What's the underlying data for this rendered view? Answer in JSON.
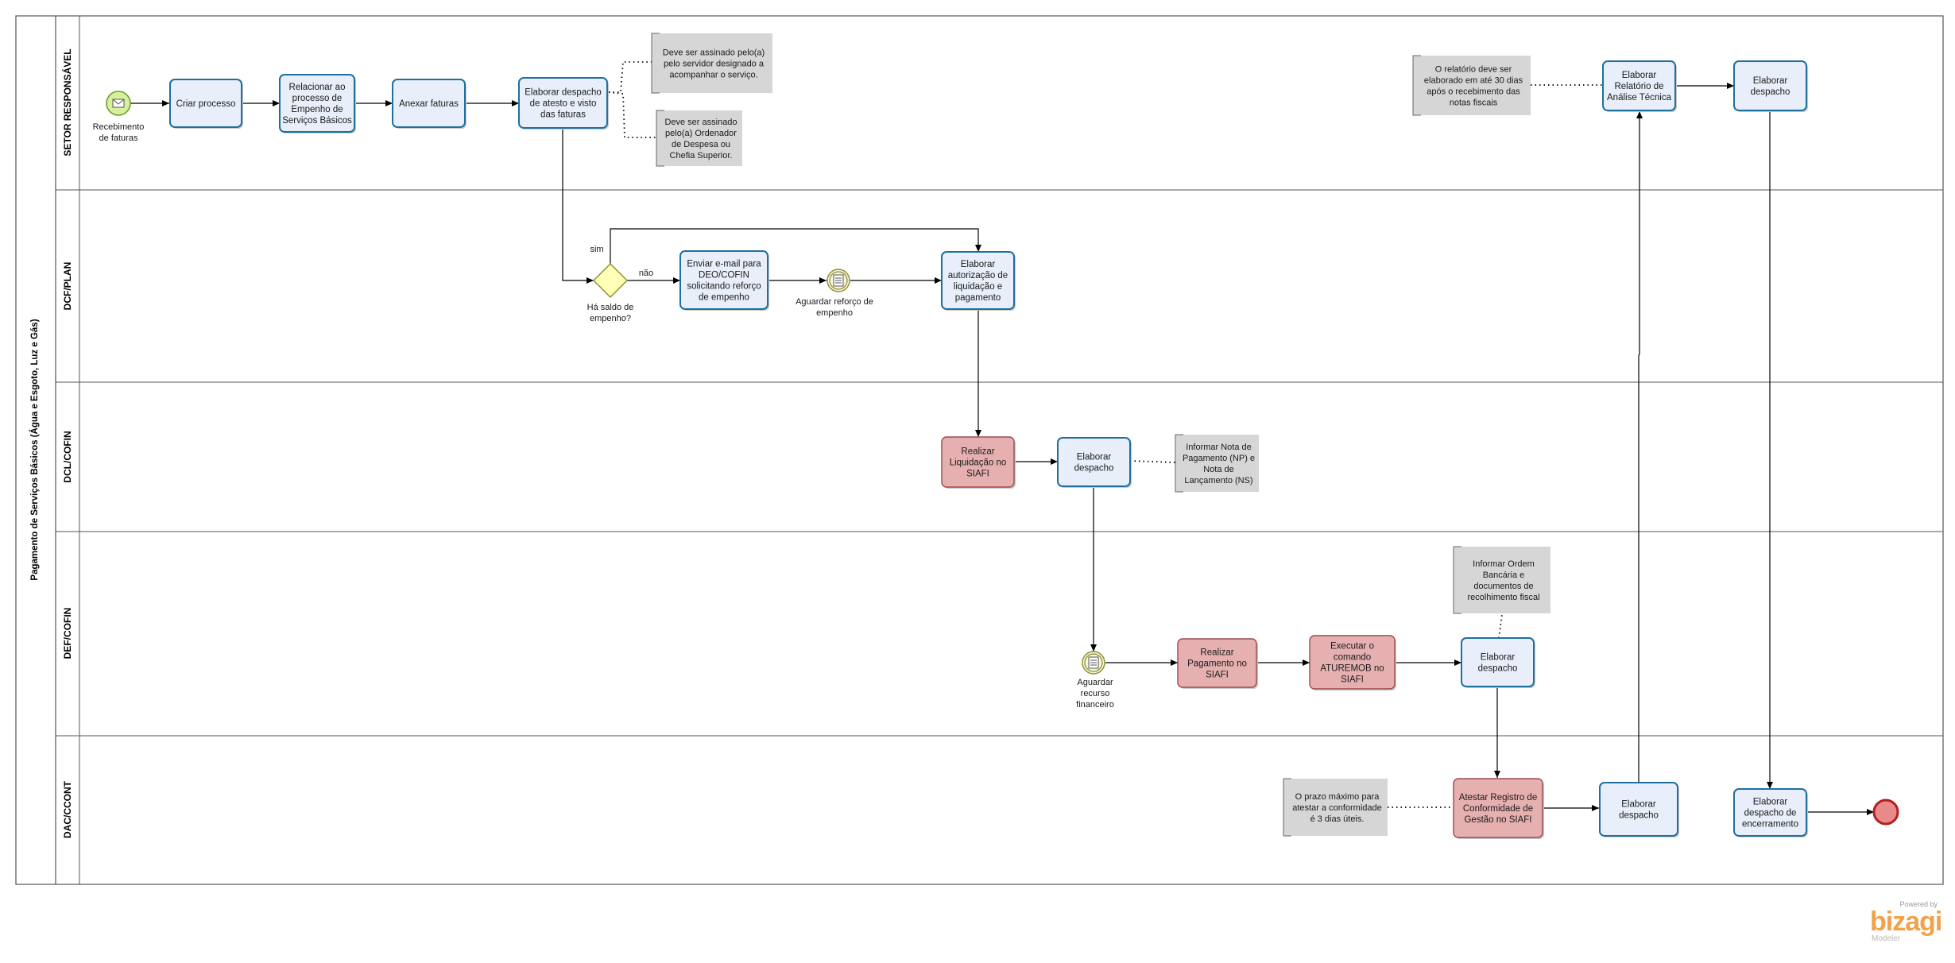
{
  "pool": {
    "label": "Pagamento de Serviços Básicos (Água e Esgoto, Luz e Gás)"
  },
  "lanes": [
    {
      "id": "lane-setor",
      "label": "SETOR RESPONSÁVEL"
    },
    {
      "id": "lane-dcf",
      "label": "DCF/PLAN"
    },
    {
      "id": "lane-dcl",
      "label": "DCL/COFIN"
    },
    {
      "id": "lane-def",
      "label": "DEF/COFIN"
    },
    {
      "id": "lane-dac",
      "label": "DAC/CCONT"
    }
  ],
  "tasks": [
    {
      "id": "criar-processo",
      "lines": [
        "Criar processo"
      ],
      "style": "blue"
    },
    {
      "id": "relacionar",
      "lines": [
        "Relacionar ao",
        "processo de",
        "Empenho de",
        "Serviços Básicos"
      ],
      "style": "blue"
    },
    {
      "id": "anexar-faturas",
      "lines": [
        "Anexar faturas"
      ],
      "style": "blue"
    },
    {
      "id": "elaborar-despacho-atesto",
      "lines": [
        "Elaborar despacho",
        "de atesto e visto",
        "das faturas"
      ],
      "style": "blue"
    },
    {
      "id": "enviar-email",
      "lines": [
        "Enviar e-mail para",
        "DEO/COFIN",
        "solicitando reforço",
        "de empenho"
      ],
      "style": "blue"
    },
    {
      "id": "elaborar-autorizacao",
      "lines": [
        "Elaborar",
        "autorização de",
        "liquidação e",
        "pagamento"
      ],
      "style": "blue"
    },
    {
      "id": "realizar-liquidacao",
      "lines": [
        "Realizar",
        "Liquidação no",
        "SIAFI"
      ],
      "style": "red"
    },
    {
      "id": "elaborar-despacho-dcl",
      "lines": [
        "Elaborar",
        "despacho"
      ],
      "style": "blue"
    },
    {
      "id": "realizar-pagamento",
      "lines": [
        "Realizar",
        "Pagamento no",
        "SIAFI"
      ],
      "style": "red"
    },
    {
      "id": "executar-comando",
      "lines": [
        "Executar o",
        "comando",
        "ATUREMOB no",
        "SIAFI"
      ],
      "style": "red"
    },
    {
      "id": "elaborar-despacho-def",
      "lines": [
        "Elaborar",
        "despacho"
      ],
      "style": "blue"
    },
    {
      "id": "atestar-registro",
      "lines": [
        "Atestar Registro de",
        "Conformidade de",
        "Gestão no SIAFI"
      ],
      "style": "red"
    },
    {
      "id": "elaborar-despacho-dac",
      "lines": [
        "Elaborar",
        "despacho"
      ],
      "style": "blue"
    },
    {
      "id": "elaborar-relatorio",
      "lines": [
        "Elaborar",
        "Relatório de",
        "Análise Técnica"
      ],
      "style": "blue"
    },
    {
      "id": "elaborar-despacho-setor",
      "lines": [
        "Elaborar",
        "despacho"
      ],
      "style": "blue"
    },
    {
      "id": "elaborar-encerramento",
      "lines": [
        "Elaborar",
        "despacho de",
        "encerramento"
      ],
      "style": "blue"
    }
  ],
  "notes": [
    {
      "id": "note-servidor",
      "lines": [
        "Deve ser assinado pelo(a)",
        "pelo servidor designado a",
        "acompanhar o serviço."
      ]
    },
    {
      "id": "note-ordenador",
      "lines": [
        "Deve ser assinado",
        "pelo(a) Ordenador",
        "de Despesa ou",
        "Chefia Superior."
      ]
    },
    {
      "id": "note-relatorio",
      "lines": [
        "O relatório deve ser",
        "elaborado em até 30 dias",
        "após o recebimento das",
        "notas fiscais"
      ]
    },
    {
      "id": "note-nota-pagamento",
      "lines": [
        "Informar Nota de",
        "Pagamento (NP) e",
        "Nota de",
        "Lançamento (NS)"
      ]
    },
    {
      "id": "note-ordem-bancaria",
      "lines": [
        "Informar Ordem",
        "Bancária e",
        "documentos de",
        "recolhimento fiscal"
      ]
    },
    {
      "id": "note-prazo",
      "lines": [
        "O prazo máximo para",
        "atestar a conformidade",
        "é 3 dias úteis."
      ]
    }
  ],
  "events": [
    {
      "id": "start-recebimento",
      "type": "start-message",
      "lines": [
        "Recebimento",
        "de faturas"
      ]
    },
    {
      "id": "timer-reforco",
      "type": "intermediate-timer",
      "lines": [
        "Aguardar reforço de",
        "empenho"
      ]
    },
    {
      "id": "timer-recurso",
      "type": "intermediate-timer",
      "lines": [
        "Aguardar",
        "recurso",
        "financeiro"
      ]
    },
    {
      "id": "end",
      "type": "end",
      "lines": []
    }
  ],
  "gateway": {
    "id": "gw-saldo",
    "lines": [
      "Há saldo de",
      "empenho?"
    ],
    "yes": "sim",
    "no": "não"
  },
  "branding": {
    "powered": "Powered by",
    "name": "bizagi",
    "sub": "Modeler"
  },
  "colors": {
    "task_blue_fill": "#e8eefa",
    "task_blue_stroke": "#1f6f9f",
    "task_red_fill": "#e6b0b0",
    "task_red_stroke": "#9c4a4a",
    "note_fill": "#d6d6d6",
    "gateway_fill": "#ffffb8",
    "gateway_stroke": "#8c8c2a",
    "start_fill": "#d7f0a0",
    "start_stroke": "#6c9f2a",
    "end_fill": "#e88a8a",
    "end_stroke": "#b21f1f",
    "timer_fill": "#f6f6df",
    "timer_stroke": "#8c8c2a",
    "line": "#000000",
    "lane_border": "#555555"
  }
}
